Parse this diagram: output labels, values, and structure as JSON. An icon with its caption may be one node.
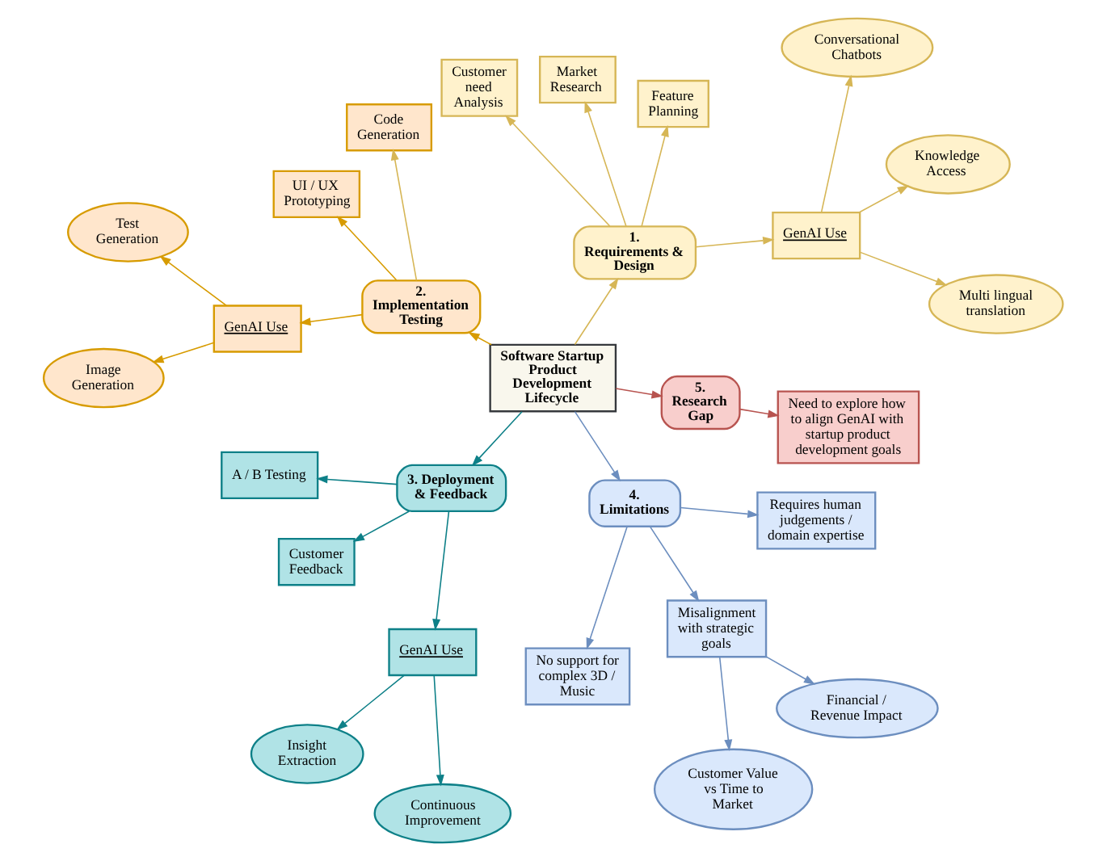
{
  "diagram": {
    "nodes": [
      {
        "text": [
          "Software Startup Product Development Lifecycle"
        ]
      },
      {
        "text": [
          "1. Requirements & Design"
        ]
      },
      {
        "text": [
          "GenAI Use"
        ]
      },
      {
        "text": [
          "Multi lingual translation"
        ]
      },
      {
        "text": [
          "Knowledge Access"
        ]
      },
      {
        "text": [
          "Conversational Chatbots"
        ]
      },
      {
        "text": [
          "Feature Planning"
        ]
      },
      {
        "text": [
          "Market Research"
        ]
      },
      {
        "text": [
          "Customer need Analysis"
        ]
      },
      {
        "text": [
          "2. Implementation Testing"
        ]
      },
      {
        "text": [
          "Code Generation"
        ]
      },
      {
        "text": [
          "UI / UX Prototyping"
        ]
      },
      {
        "text": [
          "GenAI Use"
        ]
      },
      {
        "text": [
          "Test Generation"
        ]
      },
      {
        "text": [
          "Image Generation"
        ]
      },
      {
        "text": [
          "3. Deployment & Feedback"
        ]
      },
      {
        "text": [
          "A / B Testing"
        ]
      },
      {
        "text": [
          "Customer Feedback"
        ]
      },
      {
        "text": [
          "GenAI Use"
        ]
      },
      {
        "text": [
          "Insight Extraction"
        ]
      },
      {
        "text": [
          "Continuous Improvement"
        ]
      },
      {
        "text": [
          "4. Limitations"
        ]
      },
      {
        "text": [
          "No support for complex 3D / Music"
        ]
      },
      {
        "text": [
          "Misalignment with strategic goals"
        ]
      },
      {
        "text": [
          "Requires human judgements / domain expertise"
        ]
      },
      {
        "text": [
          "Customer Value vs Time to Market"
        ]
      },
      {
        "text": [
          "Financial / Revenue Impact"
        ]
      },
      {
        "text": [
          "5. Research Gap"
        ]
      },
      {
        "text": [
          "Need to explore how to align GenAI with startup product development goals"
        ]
      }
    ],
    "edges": [
      {
        "from": 0,
        "to": 1,
        "arrow": "to",
        "color": "#d6b656"
      },
      {
        "from": 1,
        "to": 2,
        "arrow": "to",
        "color": "#d6b656"
      },
      {
        "from": 2,
        "to": 3,
        "arrow": "to",
        "color": "#d6b656"
      },
      {
        "from": 2,
        "to": 4,
        "arrow": "to",
        "color": "#d6b656"
      },
      {
        "from": 2,
        "to": 5,
        "arrow": "to",
        "color": "#d6b656"
      },
      {
        "from": 1,
        "to": 6,
        "arrow": "to",
        "color": "#d6b656"
      },
      {
        "from": 1,
        "to": 7,
        "arrow": "to",
        "color": "#d6b656"
      },
      {
        "from": 1,
        "to": 8,
        "arrow": "to",
        "color": "#d6b656"
      },
      {
        "from": 0,
        "to": 9,
        "arrow": "to",
        "color": "#d79b00"
      },
      {
        "from": 9,
        "to": 10,
        "arrow": "to",
        "color": "#d6b656"
      },
      {
        "from": 9,
        "to": 11,
        "arrow": "to",
        "color": "#d79b00"
      },
      {
        "from": 9,
        "to": 12,
        "arrow": "to",
        "color": "#d79b00"
      },
      {
        "from": 12,
        "to": 13,
        "arrow": "to",
        "color": "#d79b00"
      },
      {
        "from": 12,
        "to": 14,
        "arrow": "to",
        "color": "#d79b00"
      },
      {
        "from": 0,
        "to": 15,
        "arrow": "to",
        "color": "#0e8088"
      },
      {
        "from": 15,
        "to": 16,
        "arrow": "to",
        "color": "#0e8088"
      },
      {
        "from": 15,
        "to": 17,
        "arrow": "to",
        "color": "#0e8088"
      },
      {
        "from": 15,
        "to": 18,
        "arrow": "to",
        "color": "#0e8088"
      },
      {
        "from": 18,
        "to": 19,
        "arrow": "to",
        "color": "#0e8088"
      },
      {
        "from": 18,
        "to": 20,
        "arrow": "to",
        "color": "#0e8088"
      },
      {
        "from": 0,
        "to": 21,
        "arrow": "to",
        "color": "#6c8ebf"
      },
      {
        "from": 21,
        "to": 22,
        "arrow": "to",
        "color": "#6c8ebf"
      },
      {
        "from": 21,
        "to": 23,
        "arrow": "to",
        "color": "#6c8ebf"
      },
      {
        "from": 21,
        "to": 24,
        "arrow": "to",
        "color": "#6c8ebf"
      },
      {
        "from": 23,
        "to": 25,
        "arrow": "to",
        "color": "#6c8ebf"
      },
      {
        "from": 23,
        "to": 26,
        "arrow": "to",
        "color": "#6c8ebf"
      },
      {
        "from": 0,
        "to": 27,
        "arrow": "to",
        "color": "#b85450"
      },
      {
        "from": 27,
        "to": 28,
        "arrow": "to",
        "color": "#b85450"
      }
    ]
  }
}
